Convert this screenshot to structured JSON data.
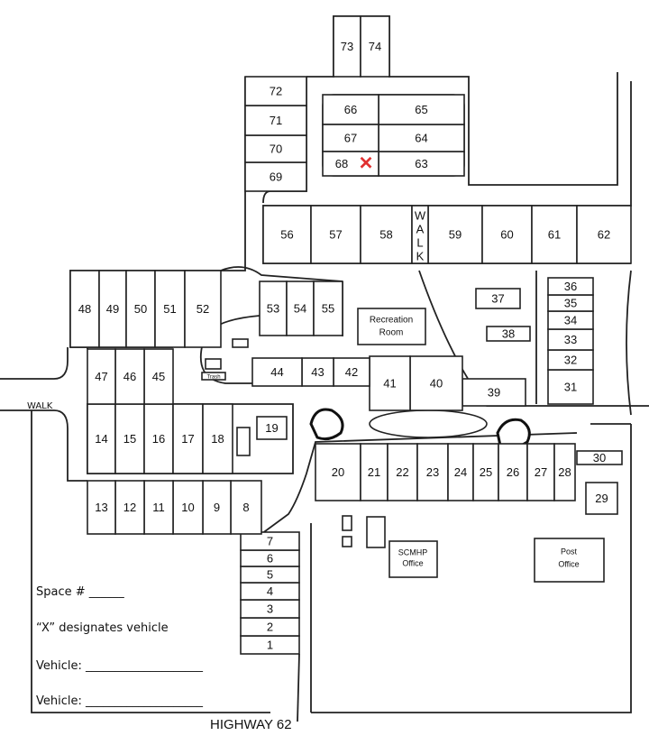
{
  "lots": [
    "1",
    "2",
    "3",
    "4",
    "5",
    "6",
    "7",
    "8",
    "9",
    "10",
    "11",
    "12",
    "13",
    "14",
    "15",
    "16",
    "17",
    "18",
    "19",
    "20",
    "21",
    "22",
    "23",
    "24",
    "25",
    "26",
    "27",
    "28",
    "29",
    "30",
    "31",
    "32",
    "33",
    "34",
    "35",
    "36",
    "37",
    "38",
    "39",
    "40",
    "41",
    "42",
    "43",
    "44",
    "45",
    "46",
    "47",
    "48",
    "49",
    "50",
    "51",
    "52",
    "53",
    "54",
    "55",
    "56",
    "57",
    "58",
    "59",
    "60",
    "61",
    "62",
    "63",
    "64",
    "65",
    "66",
    "67",
    "68",
    "69",
    "70",
    "71",
    "72",
    "73",
    "74"
  ],
  "buildings": {
    "recreation_room": [
      "Recreation",
      "Room"
    ],
    "scmhp_office": [
      "SCMHP",
      "Office"
    ],
    "post_office": [
      "Post",
      "Office"
    ],
    "trash": "Trash"
  },
  "walk_labels": {
    "left": "WALK",
    "vertical": [
      "W",
      "A",
      "L",
      "K"
    ]
  },
  "vehicle_marker": {
    "lot": "68",
    "symbol": "✕",
    "color": "#e03030"
  },
  "legend": {
    "space": "Space # ______",
    "x_note": "“X” designates vehicle",
    "vehicle1": "Vehicle: ____________________",
    "vehicle2": "Vehicle: ____________________"
  },
  "highway": "HIGHWAY 62"
}
